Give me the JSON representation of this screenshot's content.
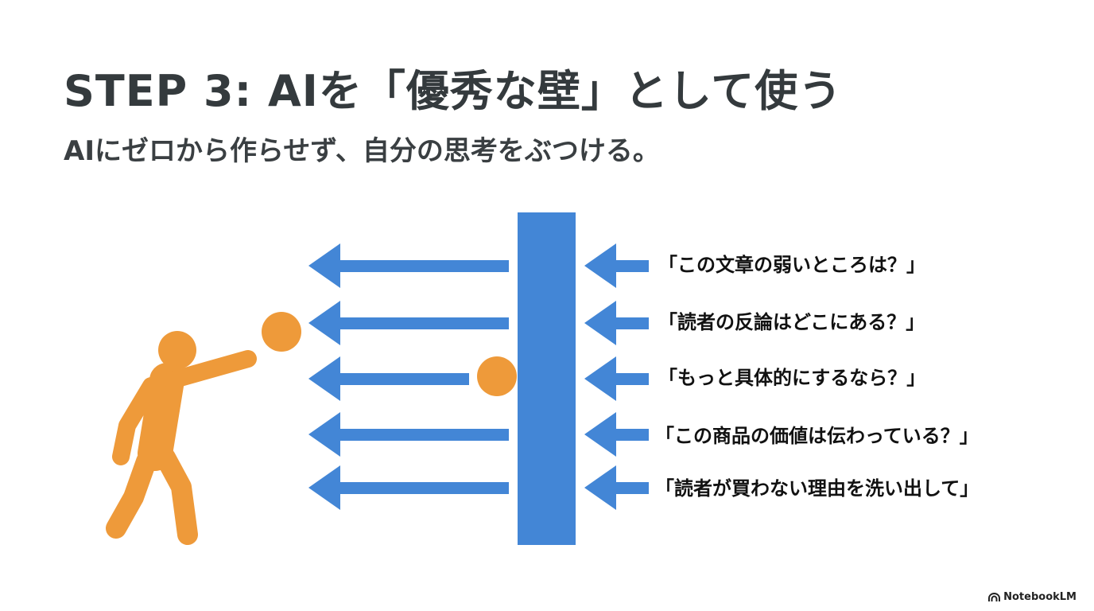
{
  "slide": {
    "title": "STEP 3: AIを「優秀な壁」として使う",
    "subtitle": "AIにゼロから作らせず、自分の思考をぶつける。"
  },
  "questions": [
    "「この文章の弱いところは？」",
    "「読者の反論はどこにある？」",
    "「もっと具体的にするなら？」",
    "「この商品の価値は伝わっている？」",
    "「読者が買わない理由を洗い出して」"
  ],
  "colors": {
    "wall": "#4386d6",
    "arrow": "#4386d6",
    "figure": "#ee9a3a",
    "ball": "#ee9a3a",
    "title": "#343a3d"
  },
  "icons": {
    "brand": "notebooklm-logo-icon"
  },
  "brand": {
    "label": "NotebookLM"
  }
}
